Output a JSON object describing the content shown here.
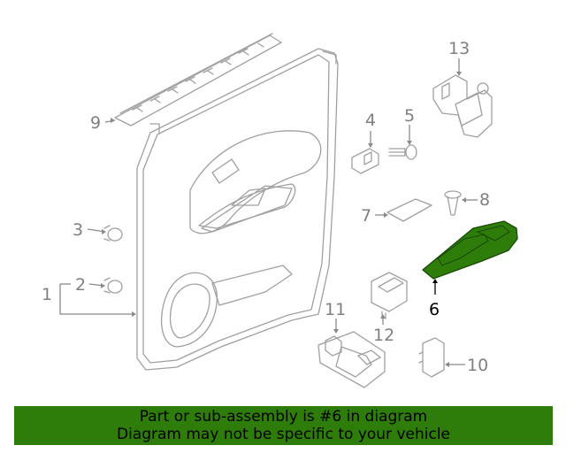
{
  "diagram": {
    "labels": {
      "p1": "1",
      "p2": "2",
      "p3": "3",
      "p4": "4",
      "p5": "5",
      "p6": "6",
      "p7": "7",
      "p8": "8",
      "p9": "9",
      "p10": "10",
      "p11": "11",
      "p12": "12",
      "p13": "13"
    },
    "highlight_color": "#2e7d0a"
  },
  "banner": {
    "line1": "Part or sub-assembly is #6 in diagram",
    "line2": "Diagram may not be specific to your vehicle",
    "background": "#2e7d0a"
  }
}
